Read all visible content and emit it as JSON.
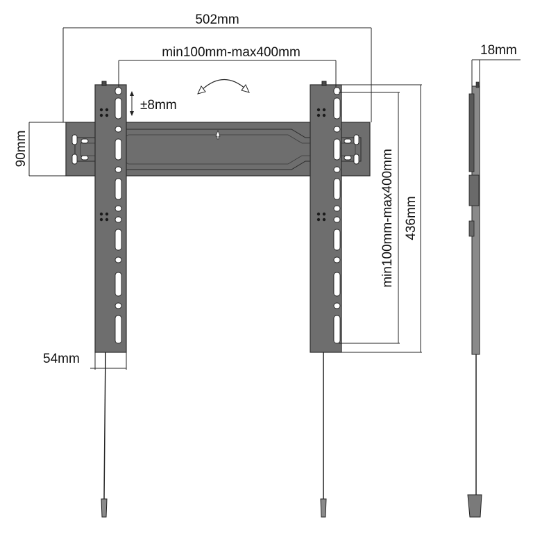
{
  "dimensions": {
    "total_width": "502mm",
    "vesa_horizontal": "min100mm-max400mm",
    "vesa_vertical": "min100mm-max400mm",
    "depth": "18mm",
    "bracket_height": "436mm",
    "rail_height": "90mm",
    "arm_width": "54mm",
    "tilt_adjust": "±8mm"
  },
  "colors": {
    "metal": "#6e6e6e",
    "ink": "#222222"
  }
}
